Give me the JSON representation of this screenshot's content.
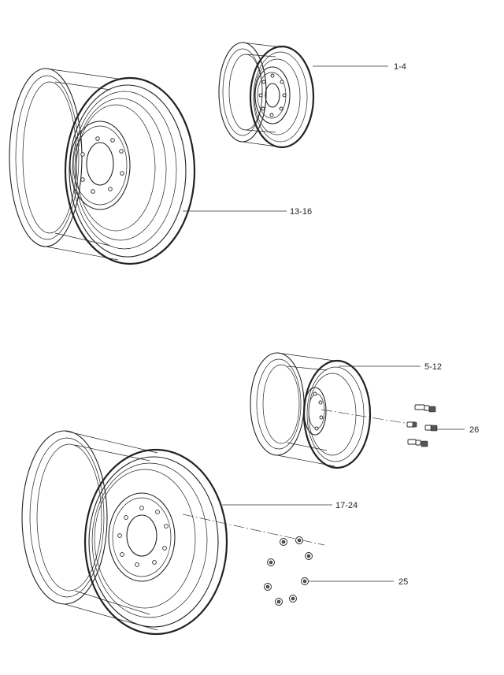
{
  "callouts": [
    {
      "id": "1-4",
      "label": "1-4"
    },
    {
      "id": "13-16",
      "label": "13-16"
    },
    {
      "id": "5-12",
      "label": "5-12"
    },
    {
      "id": "26",
      "label": "26"
    },
    {
      "id": "17-24",
      "label": "17-24"
    },
    {
      "id": "25",
      "label": "25"
    }
  ],
  "colors": {
    "line": "#222222",
    "background": "#ffffff"
  }
}
